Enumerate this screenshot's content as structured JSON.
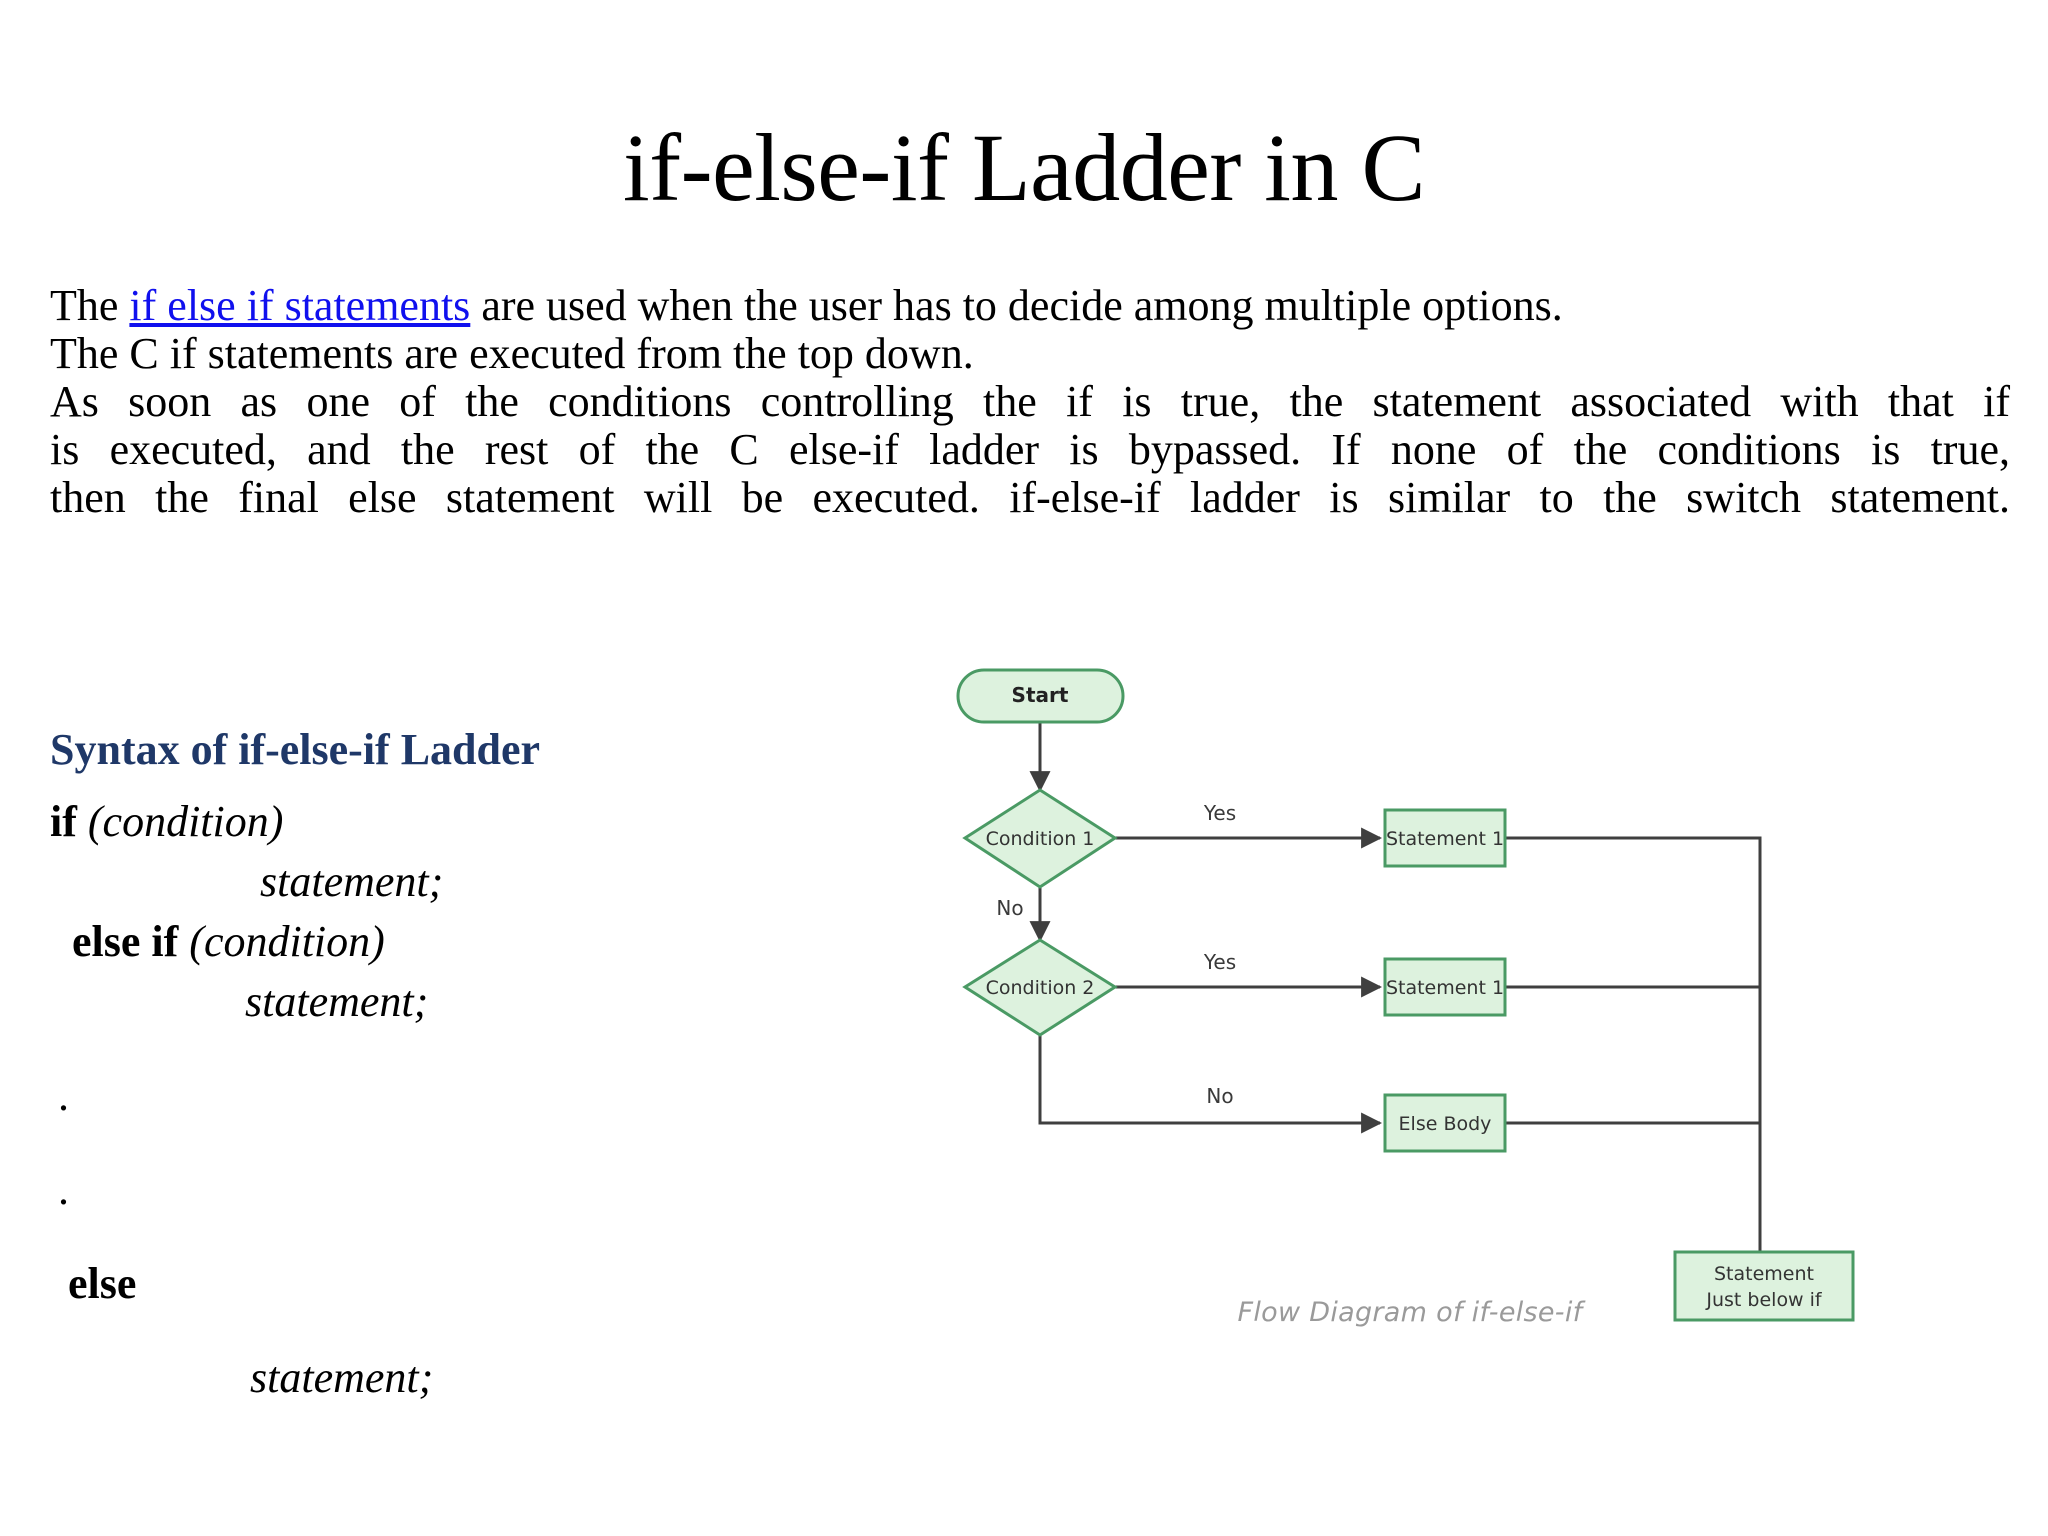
{
  "slide": {
    "title": "if-else-if Ladder in C"
  },
  "intro": {
    "line1_before_link": "The ",
    "link_text": "if else if statements",
    "line1_after_link": " are used when the user has to decide among multiple options.",
    "line2": " The C if statements are executed from the top down.",
    "line3": " As soon as one of the conditions controlling the if is true, the statement associated with that if",
    "line4": "is executed, and the rest of the C else-if ladder is bypassed. If none of the conditions is true,",
    "line5": "then the final else statement will be executed. if-else-if ladder is similar to the switch statement."
  },
  "syntax": {
    "heading": "Syntax of if-else-if Ladder",
    "if_keyword": "if",
    "if_condition": " (condition)",
    "statement_1": "statement;",
    "elseif_keyword": "else if",
    "elseif_condition": " (condition)",
    "statement_2": "statement;",
    "dot_1": ".",
    "dot_2": ".",
    "else_keyword": "else",
    "statement_3": "statement;"
  },
  "diagram": {
    "caption": "Flow Diagram of if-else-if",
    "nodes": {
      "start": "Start",
      "condition1": "Condition 1",
      "condition2": "Condition 2",
      "statement1": "Statement 1",
      "statement2": "Statement 1",
      "else_body": "Else Body",
      "final_line1": "Statement",
      "final_line2": "Just below if"
    },
    "edges": {
      "yes1": "Yes",
      "no1": "No",
      "yes2": "Yes",
      "no2": "No"
    },
    "colors": {
      "node_fill": "#DDF2DE",
      "node_stroke": "#4A9A64",
      "edge_stroke": "#3F3F3F",
      "caption_color": "#9A9A9A"
    }
  },
  "colors": {
    "link": "#1010EE",
    "heading_navy": "#1F3868",
    "text": "#000000"
  }
}
